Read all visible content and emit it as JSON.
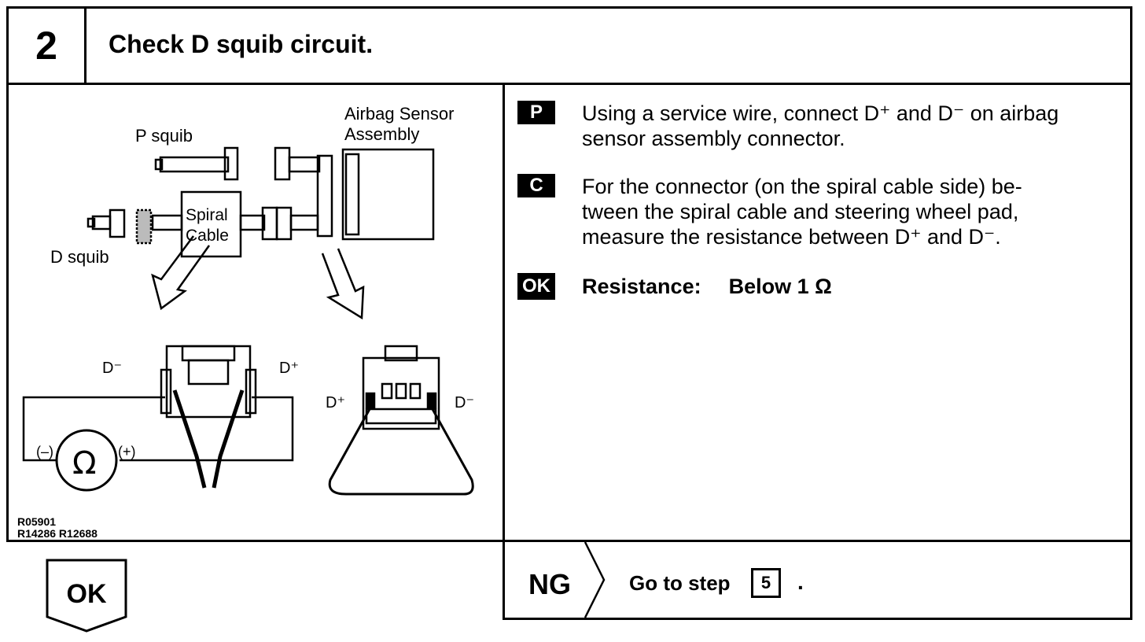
{
  "header": {
    "step_number": "2",
    "title": "Check D squib circuit."
  },
  "figure": {
    "labels": {
      "p_squib": "P squib",
      "d_squib": "D squib",
      "airbag_sensor_line1": "Airbag Sensor",
      "airbag_sensor_line2": "Assembly",
      "spiral_line1": "Spiral",
      "spiral_line2": "Cable",
      "d_minus": "D⁻",
      "d_plus": "D⁺",
      "meter_minus": "(–)",
      "meter_plus": "(+)",
      "ohm": "Ω"
    },
    "figure_ids": [
      "R05901",
      "R14286 R12688"
    ]
  },
  "instructions": [
    {
      "badge": "P",
      "lines": [
        "Using a service wire, connect D⁺ and D⁻ on airbag",
        "sensor assembly connector."
      ]
    },
    {
      "badge": "C",
      "lines": [
        "For the connector (on the spiral cable side) be-",
        "tween the spiral cable and steering wheel pad,",
        "measure the resistance between D⁺ and D⁻."
      ]
    }
  ],
  "ok_spec": {
    "badge": "OK",
    "label": "Resistance:",
    "value": "Below 1 Ω"
  },
  "result_ok": {
    "label": "OK"
  },
  "result_ng": {
    "label": "NG",
    "text": "Go to step",
    "target_step": "5",
    "end": "."
  }
}
